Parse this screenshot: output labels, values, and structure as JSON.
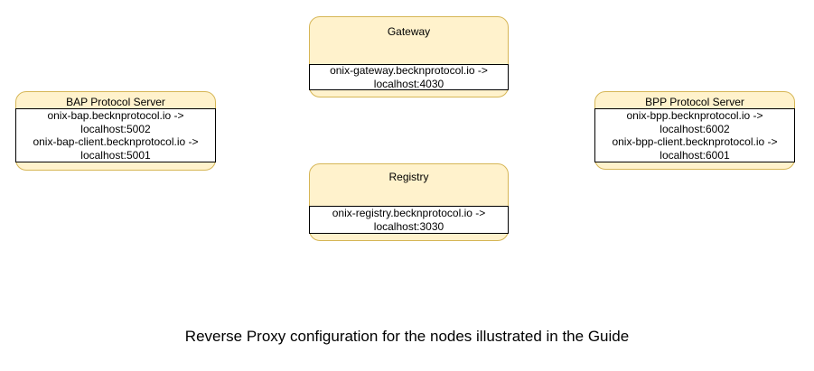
{
  "caption": "Reverse Proxy configuration for the nodes illustrated in the Guide",
  "colors": {
    "background": "#FFFFFF",
    "node_fill": "#FFF2CC",
    "node_border": "#D6B656",
    "mapping_fill": "#FFFFFF",
    "mapping_border": "#000000",
    "text": "#000000"
  },
  "nodes": [
    {
      "id": "gateway",
      "title": "Gateway",
      "lines": [
        "onix-gateway.becknprotocol.io ->",
        "localhost:4030"
      ]
    },
    {
      "id": "bap-protocol-server",
      "title": "BAP Protocol Server",
      "lines": [
        "onix-bap.becknprotocol.io ->",
        "localhost:5002",
        "onix-bap-client.becknprotocol.io ->",
        "localhost:5001"
      ]
    },
    {
      "id": "bpp-protocol-server",
      "title": "BPP Protocol Server",
      "lines": [
        "onix-bpp.becknprotocol.io ->",
        "localhost:6002",
        "onix-bpp-client.becknprotocol.io ->",
        "localhost:6001"
      ]
    },
    {
      "id": "registry",
      "title": "Registry",
      "lines": [
        "onix-registry.becknprotocol.io ->",
        "localhost:3030"
      ]
    }
  ]
}
